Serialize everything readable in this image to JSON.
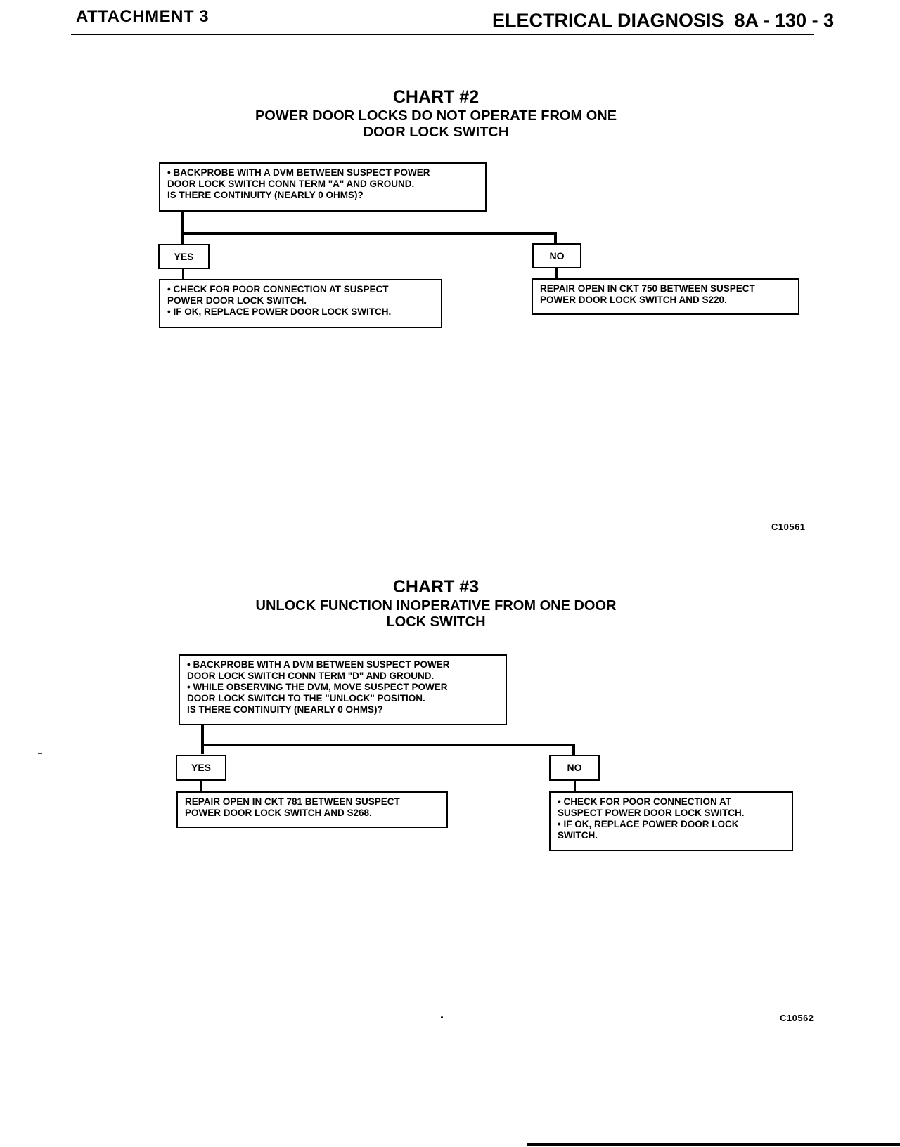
{
  "header": {
    "left": "ATTACHMENT 3",
    "right": "ELECTRICAL DIAGNOSIS  8A - 130 - 3"
  },
  "charts": [
    {
      "title": "CHART #2",
      "subtitle_line1": "POWER DOOR LOCKS DO NOT OPERATE FROM ONE",
      "subtitle_line2": "DOOR LOCK SWITCH",
      "question": "• BACKPROBE WITH A DVM BETWEEN SUSPECT POWER\n   DOOR LOCK SWITCH CONN TERM \"A\" AND GROUND.\n   IS THERE CONTINUITY (NEARLY 0 OHMS)?",
      "yes_label": "YES",
      "no_label": "NO",
      "yes_action": "• CHECK FOR POOR CONNECTION AT SUSPECT\n   POWER DOOR LOCK SWITCH.\n• IF OK, REPLACE POWER DOOR LOCK SWITCH.",
      "no_action": "REPAIR OPEN IN CKT 750 BETWEEN SUSPECT\nPOWER DOOR LOCK SWITCH AND S220.",
      "code": "C10561"
    },
    {
      "title": "CHART #3",
      "subtitle_line1": "UNLOCK FUNCTION INOPERATIVE FROM ONE DOOR",
      "subtitle_line2": "LOCK SWITCH",
      "question": "• BACKPROBE WITH A DVM BETWEEN SUSPECT POWER\n   DOOR LOCK SWITCH CONN TERM \"D\" AND GROUND.\n• WHILE OBSERVING THE DVM, MOVE SUSPECT POWER\n   DOOR LOCK SWITCH TO THE \"UNLOCK\" POSITION.\n   IS THERE CONTINUITY (NEARLY 0 OHMS)?",
      "yes_label": "YES",
      "no_label": "NO",
      "yes_action": "REPAIR OPEN IN CKT 781 BETWEEN SUSPECT\nPOWER DOOR LOCK SWITCH AND S268.",
      "no_action": "• CHECK FOR POOR CONNECTION AT\n   SUSPECT POWER DOOR LOCK SWITCH.\n• IF OK, REPLACE POWER DOOR LOCK\n   SWITCH.",
      "code": "C10562"
    }
  ]
}
